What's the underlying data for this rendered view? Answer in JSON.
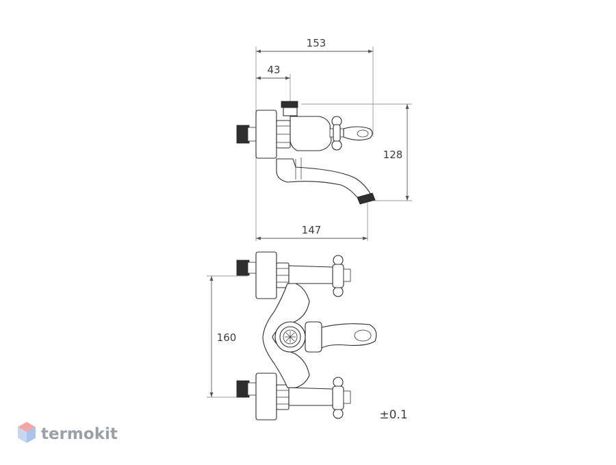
{
  "dimensions": {
    "overall_depth": "153",
    "handle_offset": "43",
    "height": "128",
    "spout_reach": "147",
    "inlet_spacing": "160"
  },
  "tolerance": "±0.1",
  "watermark": {
    "brand_name": "termokit",
    "logo_icon": "hexagon-logo-icon",
    "colors": {
      "logo_top": "#f2a7a7",
      "logo_bottom": "#a9c3ea",
      "text": "#9aa0a6"
    }
  }
}
